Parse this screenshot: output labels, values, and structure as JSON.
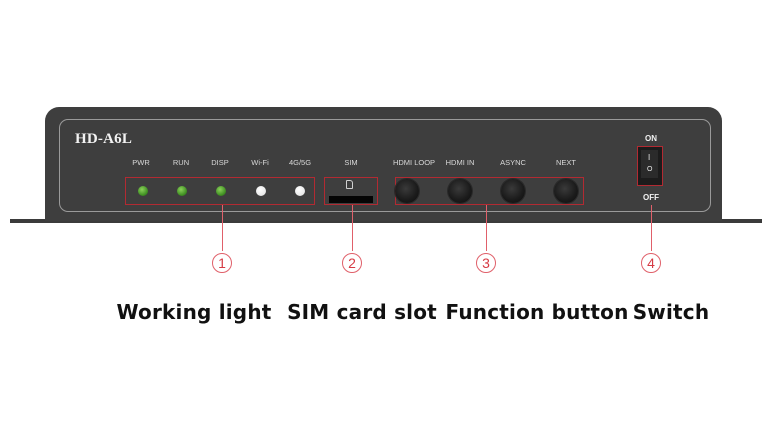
{
  "device": {
    "model": "HD-A6L",
    "chassis_color": "#3e3e3e",
    "highlight_color": "#b22a32"
  },
  "working_lights": [
    {
      "label": "PWR",
      "state": "green"
    },
    {
      "label": "RUN",
      "state": "green"
    },
    {
      "label": "DISP",
      "state": "green"
    },
    {
      "label": "Wi-Fi",
      "state": "white"
    },
    {
      "label": "4G/5G",
      "state": "white"
    }
  ],
  "sim": {
    "label": "SIM",
    "icon": "sim-card-icon"
  },
  "function_buttons": [
    {
      "label": "HDMI LOOP"
    },
    {
      "label": "HDMI IN"
    },
    {
      "label": "ASYNC"
    },
    {
      "label": "NEXT"
    }
  ],
  "switch": {
    "on_label": "ON",
    "off_label": "OFF",
    "i_mark": "I",
    "o_mark": "O"
  },
  "callouts": [
    {
      "number": "1",
      "caption": "Working light"
    },
    {
      "number": "2",
      "caption": "SIM card slot"
    },
    {
      "number": "3",
      "caption": "Function button"
    },
    {
      "number": "4",
      "caption": "Switch"
    }
  ]
}
